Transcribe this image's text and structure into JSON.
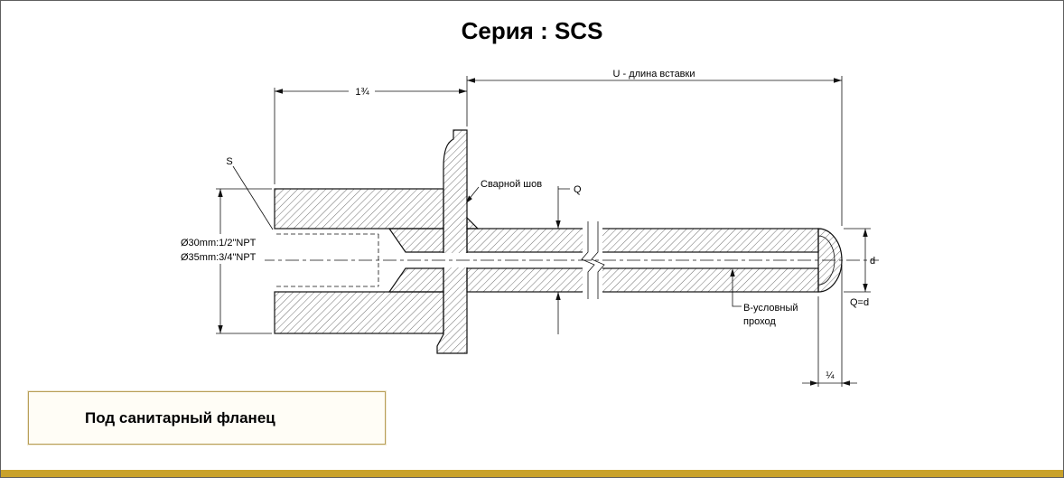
{
  "page": {
    "title": "Серия : SCS",
    "footer": {
      "label": "Под санитарный фланец"
    },
    "accent": "#c9a22c"
  },
  "labels": {
    "dim_left": "1¾",
    "dim_u": "U - длина вставки",
    "s": "S",
    "weld": "Сварной шов",
    "q": "Q",
    "npt_small": "Ø30mm:1/2\"NPT",
    "npt_large": "Ø35mm:3/4\"NPT",
    "bore_1": "B-условный",
    "bore_2": "проход",
    "d": "d",
    "q_eq_d": "Q=d",
    "tip_quarter": "¼"
  }
}
